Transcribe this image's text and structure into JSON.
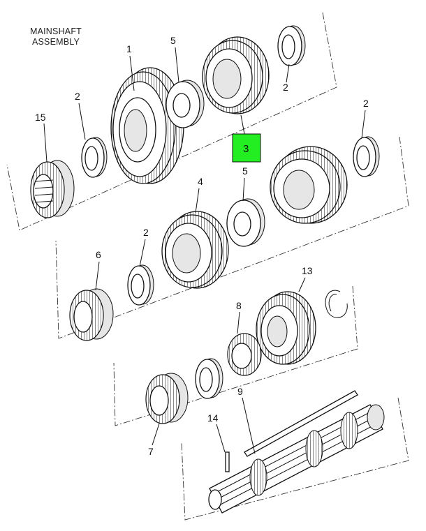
{
  "title": {
    "line1": "MAINSHAFT",
    "line2": "ASSEMBLY"
  },
  "callouts": [
    {
      "id": "c1",
      "text": "1"
    },
    {
      "id": "c5a",
      "text": "5"
    },
    {
      "id": "c2a",
      "text": "2"
    },
    {
      "id": "c2b",
      "text": "2"
    },
    {
      "id": "c15",
      "text": "15"
    },
    {
      "id": "c3",
      "text": "3",
      "highlighted": true
    },
    {
      "id": "c2c",
      "text": "2"
    },
    {
      "id": "c4",
      "text": "4"
    },
    {
      "id": "c5b",
      "text": "5"
    },
    {
      "id": "c2d",
      "text": "2"
    },
    {
      "id": "c6",
      "text": "6"
    },
    {
      "id": "c13",
      "text": "13"
    },
    {
      "id": "c8",
      "text": "8"
    },
    {
      "id": "c9",
      "text": "9"
    },
    {
      "id": "c14",
      "text": "14"
    },
    {
      "id": "c7",
      "text": "7"
    }
  ],
  "highlight_color": "#22ee22"
}
